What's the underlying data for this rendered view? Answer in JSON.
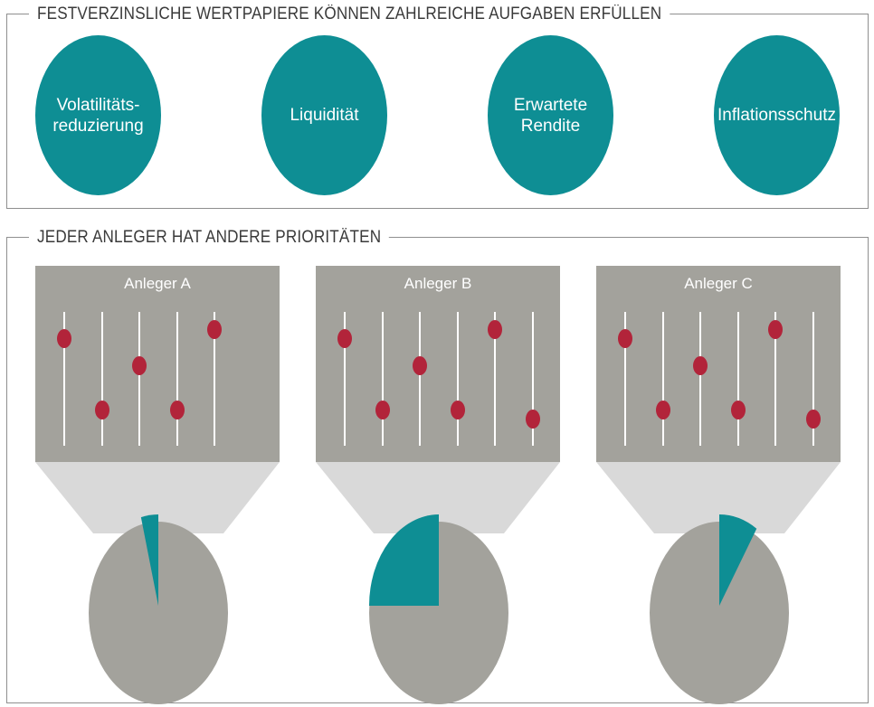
{
  "section1": {
    "title": "FESTVERZINSLICHE WERTPAPIERE KÖNNEN ZAHLREICHE AUFGABEN ERFÜLLEN",
    "tasks": [
      "Volatilitäts-\nreduzierung",
      "Liquidität",
      "Erwartete\nRendite",
      "Inflationsschutz"
    ]
  },
  "section2": {
    "title": "JEDER ANLEGER HAT ANDERE PRIORITÄTEN",
    "investors": [
      {
        "label": "Anleger A",
        "slider_levels": [
          0.8,
          0.27,
          0.6,
          0.27,
          0.87
        ],
        "pie_highlight_fraction": 0.04
      },
      {
        "label": "Anleger B",
        "slider_levels": [
          0.8,
          0.27,
          0.6,
          0.27,
          0.87,
          0.2
        ],
        "pie_highlight_fraction": 0.25
      },
      {
        "label": "Anleger C",
        "slider_levels": [
          0.8,
          0.27,
          0.6,
          0.27,
          0.87,
          0.2
        ],
        "pie_highlight_fraction": 0.09
      }
    ]
  },
  "colors": {
    "teal": "#0e8e94",
    "panel_gray": "#a3a29c",
    "pie_gray": "#a3a29c",
    "funnel": "#d9d9d9",
    "knob": "#b2243a"
  }
}
